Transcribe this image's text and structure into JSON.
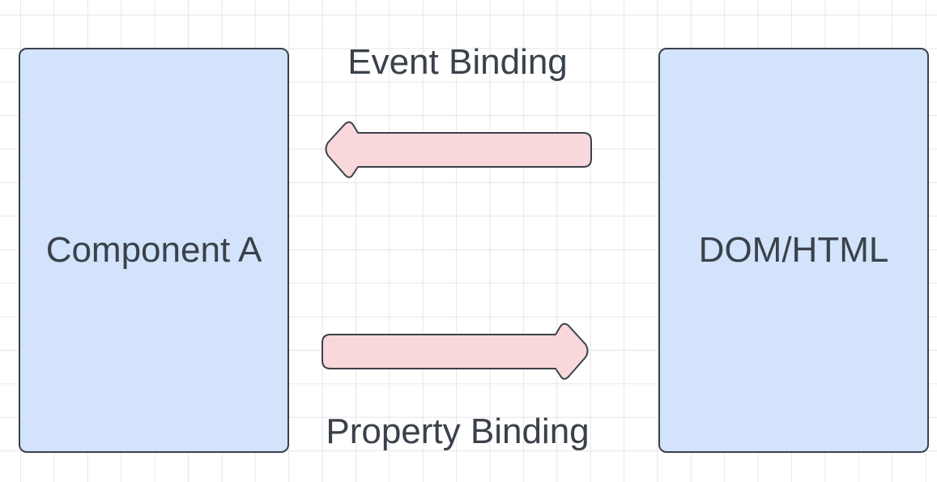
{
  "nodes": {
    "component_a": {
      "label": "Component A",
      "fill": "#d3e3fb",
      "stroke": "#3a414a"
    },
    "dom_html": {
      "label": "DOM/HTML",
      "fill": "#d3e3fb",
      "stroke": "#3a414a"
    }
  },
  "edges": {
    "event_binding": {
      "label": "Event Binding",
      "direction": "right-to-left",
      "fill": "#f8d8db"
    },
    "property_binding": {
      "label": "Property Binding",
      "direction": "left-to-right",
      "fill": "#f8d8db"
    }
  },
  "colors": {
    "text": "#3a414a",
    "grid": "#e6e6e6",
    "background": "#ffffff"
  }
}
